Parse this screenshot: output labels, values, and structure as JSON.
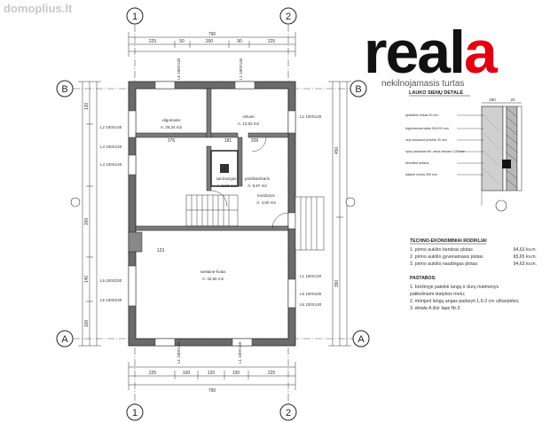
{
  "watermark": "domoplius.lt",
  "brand": {
    "logo_main": "real",
    "logo_accent": "a",
    "tagline": "nekilnojamasis turtas",
    "accent_color": "#e00012"
  },
  "axes": {
    "col_1": "1",
    "col_2": "2",
    "row_a": "A",
    "row_b": "B"
  },
  "dimensions": {
    "top_total": "790",
    "top_1": "225",
    "top_2": "50",
    "top_3": "200",
    "top_4": "90",
    "top_5": "225",
    "bottom_1": "225",
    "bottom_2": "100",
    "bottom_3": "120",
    "bottom_4": "100",
    "bottom_5": "225",
    "bottom_total": "790",
    "left_1": "130",
    "left_2": "300",
    "left_3": "140",
    "left_4": "100",
    "right_1": "450",
    "right_2": "390",
    "inner_1": "376",
    "inner_2": "181",
    "inner_3": "209",
    "inner_4": "123"
  },
  "windows": {
    "w1": "L2 100X140",
    "w2": "L3 100X140",
    "w3": "L4 100X140",
    "w4": "L5 100X230",
    "w5": "L5 100X230",
    "w6": "L1 100X140",
    "w7": "L1 100X140",
    "w8": "L5 100X230",
    "w9": "L6 100X140",
    "w10": "L6 100X140",
    "w11": "L1 100X140",
    "w12": "L1 100X140",
    "w13": "L1 100X140"
  },
  "rooms": {
    "room_1_name": "vilgomasis",
    "room_1_area": "A: 25,24 m2",
    "room_2_name": "virtuvė",
    "room_2_area": "A: 13,92 m2",
    "room_3_name": "prieškambaris",
    "room_3_area": "A: 5,97 m2",
    "room_4_name": "koridorius",
    "room_4_area": "A: 4,60 m2",
    "room_5_name": "svetainė-holas",
    "room_5_area": "A: 42,66 m2",
    "room_6_name": "sanmazgas",
    "room_6_area": "A: 5,53 m2"
  },
  "detail": {
    "title": "LAUKO SIENŲ DETALĖ",
    "dim_1": "250",
    "dim_2": "20",
    "layers": [
      "apdailinis tinkas  20 mm",
      "tegulinamas tašas 50x100 mm",
      "vėjo izoliacinė plokštė 30 mm",
      "rąstų karkasas šilt. vatos karkaso 120 mm",
      "fibrolitinė arkana",
      "laikanti mūras  250 mm"
    ]
  },
  "indicators": {
    "title": "TECHNO-EKONOMINIAI RODIKLIAI",
    "rows": [
      {
        "label": "1. pirmo aukšto bendras plotas",
        "value": "94,63 kv.m."
      },
      {
        "label": "2. pirmo aukšto gyvenamasis plotas",
        "value": "65,65 kv.m."
      },
      {
        "label": "3. pirmo aukšto naudingas plotas",
        "value": "94,63 kv.m."
      }
    ]
  },
  "notes": {
    "title": "PASTABOS:",
    "items": [
      "1. brėžinyje pateikti langų ir durų matmenys",
      "   patikslinami statybos metu;",
      "2. mūrijant langų angas padaryti 1,5-2 cm užkarpėles;",
      "3. detalę A žiūr lape Nr.3."
    ]
  }
}
